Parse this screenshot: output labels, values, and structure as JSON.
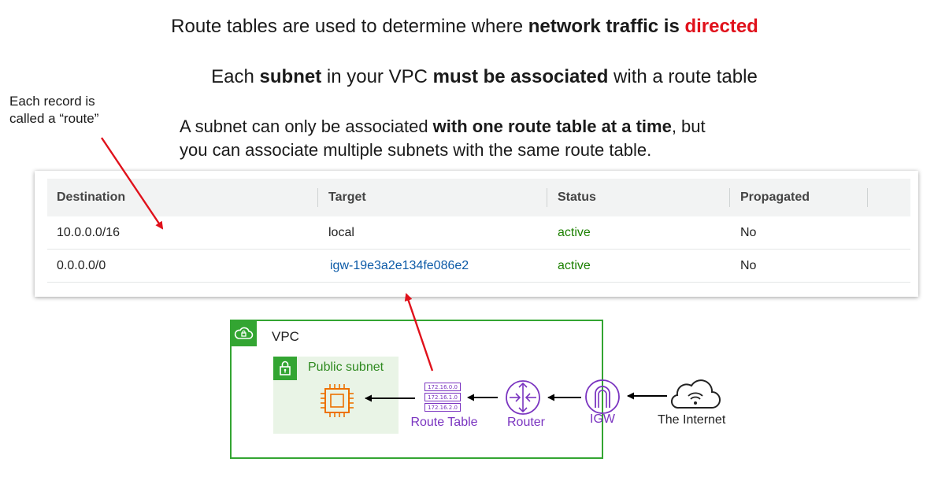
{
  "heading": {
    "line1_plain": "Route tables are used to determine where ",
    "line1_bold": "network traffic is ",
    "line1_red": "directed",
    "line2_a": "Each ",
    "line2_b": "subnet",
    "line2_c": " in your VPC ",
    "line2_d": "must be associated",
    "line2_e": " with a route table",
    "line3_a": "A subnet can only be associated ",
    "line3_b": "with one route table at a time",
    "line3_c": ", but",
    "line3_d": "you can associate multiple subnets with the same route table."
  },
  "note": {
    "line1": "Each record is",
    "line2": "called a “route”"
  },
  "route_table": {
    "headers": [
      "Destination",
      "Target",
      "Status",
      "Propagated"
    ],
    "rows": [
      {
        "destination": "10.0.0.0/16",
        "target": "local",
        "status": "active",
        "propagated": "No"
      },
      {
        "destination": "0.0.0.0/0",
        "target": "igw-19e3a2e134fe086e2",
        "status": "active",
        "propagated": "No"
      }
    ]
  },
  "diagram": {
    "vpc_label": "VPC",
    "subnet_label": "Public subnet",
    "route_table_entries": [
      "172.16.0.0",
      "172.16.1.0",
      "172.16.2.0"
    ],
    "route_table_label": "Route Table",
    "router_label": "Router",
    "igw_label": "IGW",
    "internet_label": "The Internet"
  },
  "colors": {
    "red_accent": "#e0111b",
    "vpc_green": "#33a532",
    "subnet_fill": "#e9f4e6",
    "purple": "#7a34c0",
    "ec2_orange": "#ed7100",
    "active_green": "#1d8102",
    "link_blue": "#0b5aa7"
  }
}
